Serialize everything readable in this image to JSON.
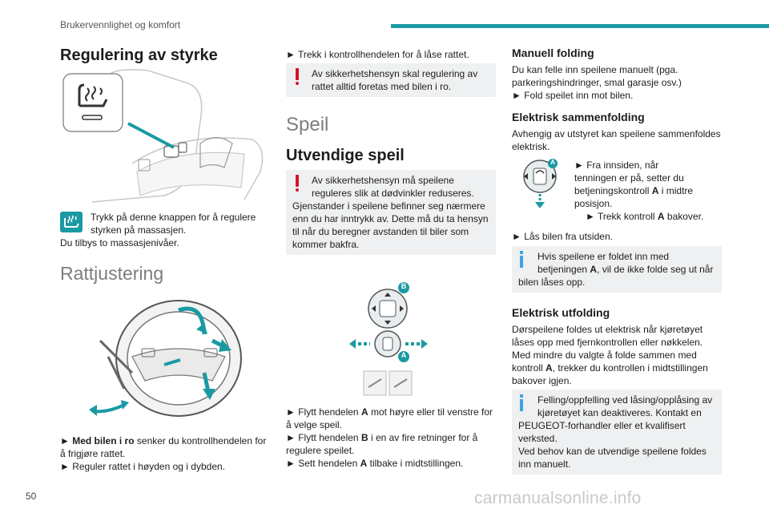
{
  "header": {
    "section": "Brukervennlighet og komfort"
  },
  "page_number": "50",
  "watermark": "carmanualsonline.info",
  "col1": {
    "massage": {
      "title": "Regulering av styrke",
      "instruction_line1": "Trykk på denne knappen for å regulere",
      "instruction_line2": "styrken på massasjen.",
      "note": "Du tilbys to massasjenivåer."
    },
    "steering": {
      "title": "Rattjustering",
      "step1_bold": "Med bilen i ro",
      "step1_rest": " senker du kontrollhendelen for",
      "step1_line2": "å frigjøre rattet.",
      "step2": "Reguler rattet i høyden og i dybden."
    }
  },
  "col2": {
    "lock_step": "Trekk i kontrollhendelen for å låse rattet.",
    "warning1_line1": "Av sikkerhetshensyn skal regulering av",
    "warning1_line2": "rattet alltid foretas med bilen i ro.",
    "mirror_title": "Speil",
    "outer_title": "Utvendige speil",
    "warning2_line1": "Av sikkerhetshensyn må speilene",
    "warning2_line2": "reguleres slik at dødvinkler reduseres.",
    "warning2_line3": "Gjenstander i speilene befinner seg nærmere",
    "warning2_line4": "enn du har inntrykk av. Dette må du ta hensyn",
    "warning2_line5": "til når du beregner avstanden til biler som",
    "warning2_line6": "kommer bakfra.",
    "callout_B": "B",
    "callout_A": "A",
    "step1_pre": "Flytt hendelen ",
    "step1_bold": "A",
    "step1_post": " mot høyre eller til venstre for",
    "step1_line2": "å velge speil.",
    "step2_pre": "Flytt hendelen ",
    "step2_bold": "B",
    "step2_post": " i en av fire retninger for å",
    "step2_line2": "regulere speilet.",
    "step3_pre": "Sett hendelen ",
    "step3_bold": "A",
    "step3_post": " tilbake i midtstillingen."
  },
  "col3": {
    "manual_title": "Manuell folding",
    "manual_line1": "Du kan felle inn speilene manuelt (pga.",
    "manual_line2": "parkeringshindringer, smal garasje osv.)",
    "manual_step": "Fold speilet inn mot bilen.",
    "electric_title": "Elektrisk sammenfolding",
    "electric_line1": "Avhengig av utstyret kan speilene sammenfoldes",
    "electric_line2": "elektrisk.",
    "callout_A": "A",
    "fold_step1_l1": "Fra innsiden, når",
    "fold_step1_l2": "tenningen er på, setter du",
    "fold_step1_l3_pre": "betjeningskontroll ",
    "fold_step1_l3_bold": "A",
    "fold_step1_l3_post": " i midtre",
    "fold_step1_l4": "posisjon.",
    "fold_step2_pre": "Trekk kontroll ",
    "fold_step2_bold": "A",
    "fold_step2_post": " bakover.",
    "lock_step": "Lås bilen fra utsiden.",
    "info1_line1": "Hvis speilene er foldet inn med",
    "info1_line2_pre": "betjeningen ",
    "info1_line2_bold": "A",
    "info1_line2_post": ", vil de ikke folde seg ut når",
    "info1_line3": "bilen låses opp.",
    "unfold_title": "Elektrisk utfolding",
    "unfold_line1": "Dørspeilene foldes ut elektrisk når kjøretøyet",
    "unfold_line2": "låses opp med fjernkontrollen eller nøkkelen.",
    "unfold_line3": "Med mindre du valgte å folde sammen med",
    "unfold_line4_pre": "kontroll ",
    "unfold_line4_bold": "A",
    "unfold_line4_post": ", trekker du kontrollen i midtstillingen",
    "unfold_line5": "bakover igjen.",
    "info2_line1": "Felling/oppfelling ved låsing/opplåsing av",
    "info2_line2": "kjøretøyet kan deaktiveres. Kontakt en",
    "info2_line3": "PEUGEOT-forhandler eller et kvalifisert",
    "info2_line4": "verksted.",
    "info2_line5": "Ved behov kan de utvendige speilene foldes",
    "info2_line6": "inn manuelt."
  },
  "colors": {
    "accent": "#1a9aa3",
    "warning": "#d4142a",
    "info": "#3aa6e0",
    "box": "#eef0f1"
  },
  "icons": [
    "seat-massage-icon",
    "warning-icon",
    "info-icon",
    "mirror-control-icon",
    "fold-mirror-icon"
  ]
}
